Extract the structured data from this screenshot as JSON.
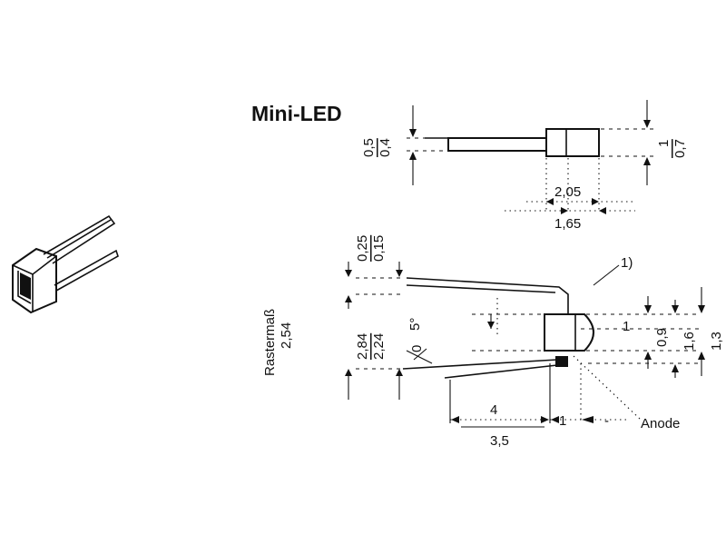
{
  "title": "Mini-LED",
  "footnote_ref": "1)",
  "side_view": {
    "lead_thickness_max": "0,5",
    "lead_thickness_min": "0,4",
    "body_height_max": "1",
    "body_height_min": "0,7",
    "body_width_max": "2,05",
    "body_width_min": "1,65"
  },
  "top_view": {
    "lead_width_max": "0,25",
    "lead_width_min": "0,15",
    "pitch_label": "Rastermaß",
    "pitch_value": "2,54",
    "lead_span_max": "2,84",
    "lead_span_min": "2,24",
    "angle_max": "5°",
    "angle_min": "0",
    "small_gap": "1",
    "dim_09": "0,9",
    "dim_16": "1,6",
    "dim_13": "1,3",
    "lead_length_max": "4",
    "lead_length_min": "3,5",
    "lead_offset": "1",
    "dash_mark": "-",
    "anode_label": "Anode"
  }
}
